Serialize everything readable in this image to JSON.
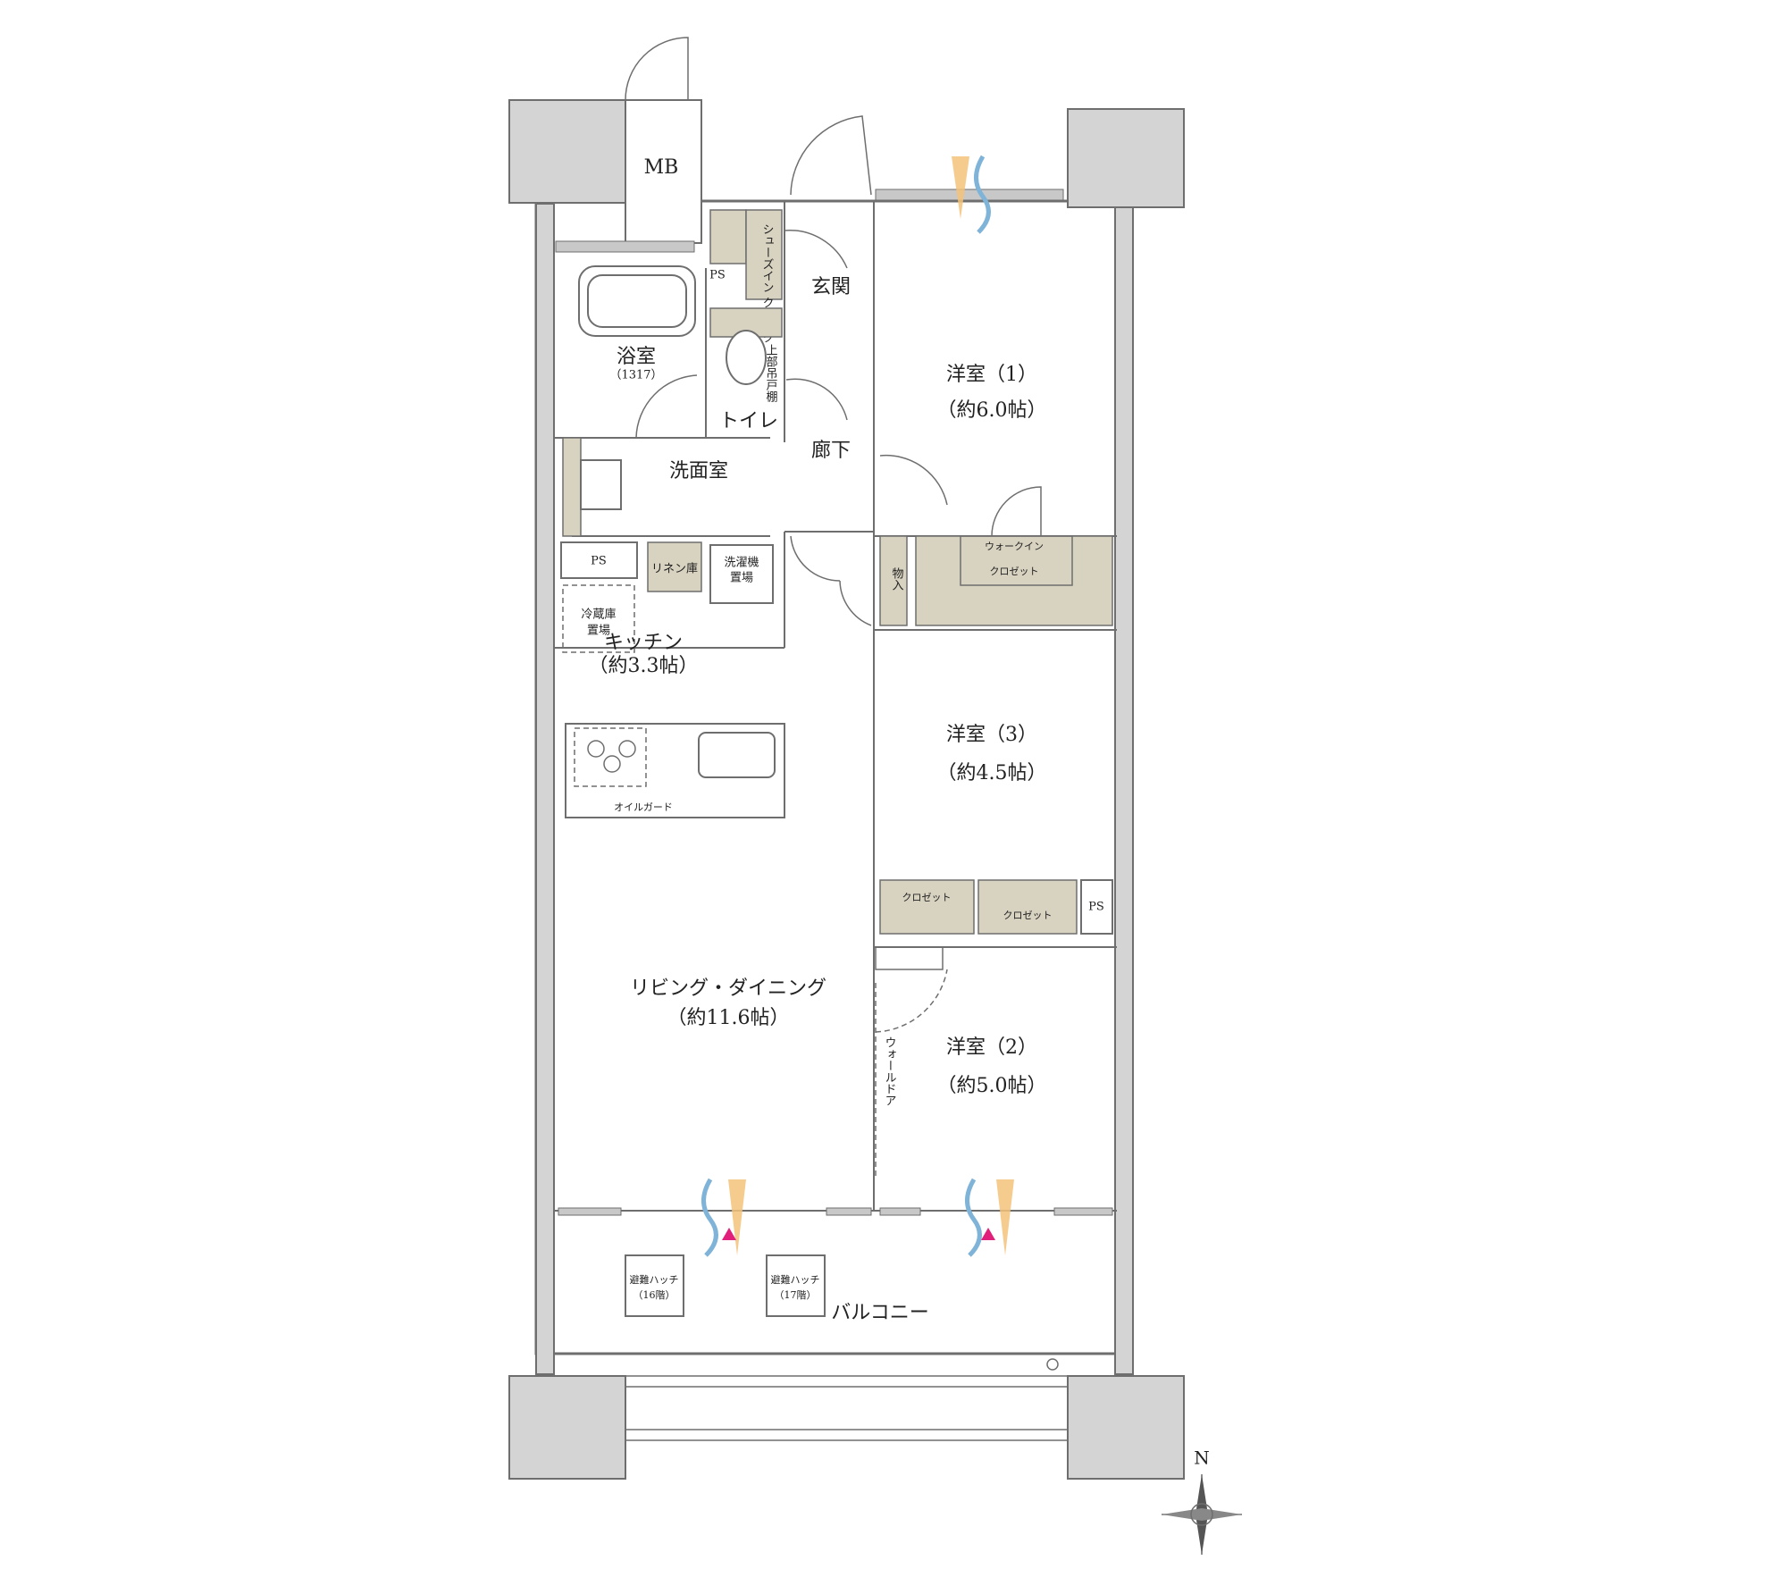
{
  "rooms": {
    "mb": "MB",
    "shoes_cloak": "シューズイン\nクローク",
    "ps_entry": "PS",
    "entrance": "玄関",
    "bath": "浴室",
    "bath_size": "（1317）",
    "toilet": "トイレ",
    "upper_cabinet": "上部吊戸棚",
    "corridor": "廊下",
    "washroom": "洗面室",
    "ps_wash": "PS",
    "linen": "リネン庫",
    "washer": "洗濯機",
    "washer_place": "置場",
    "fridge": "冷蔵庫",
    "fridge_place": "置場",
    "kitchen": "キッチン",
    "kitchen_size": "（約3.3帖）",
    "oil_guard": "オイルガード",
    "living": "リビング・ダイニング",
    "living_size": "（約11.6帖）",
    "western1": "洋室（1）",
    "western1_size": "（約6.0帖）",
    "storage_small": "物入",
    "walkin1": "ウォークイン",
    "walkin2": "クロゼット",
    "western3": "洋室（3）",
    "western3_size": "（約4.5帖）",
    "closet_a": "クロゼット",
    "closet_b": "クロゼット",
    "ps_room": "PS",
    "wall_door": "ウォールドア",
    "western2": "洋室（2）",
    "western2_size": "（約5.0帖）",
    "hatch16": "避難ハッチ",
    "hatch16_floor": "（16階）",
    "hatch17": "避難ハッチ",
    "hatch17_floor": "（17階）",
    "balcony": "バルコニー"
  },
  "compass": {
    "north": "N"
  },
  "colors": {
    "storage": "#d8d2c0",
    "pillar": "#d4d4d4",
    "wall": "#6e6e6e",
    "warm_air": "#f3c27a",
    "cool_air": "#7fb3d8",
    "marker": "#e0207a"
  }
}
